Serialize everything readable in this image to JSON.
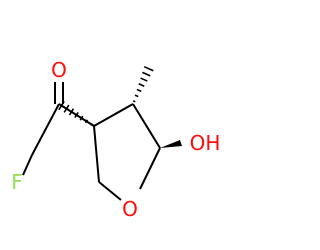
{
  "molecule": {
    "atoms": {
      "oxygen_carbonyl": {
        "symbol": "O",
        "color": "#ff0d0d"
      },
      "fluorine": {
        "symbol": "F",
        "color": "#90e050"
      },
      "oxygen_hydroxyl": {
        "symbol": "OH",
        "color": "#ff0d0d"
      },
      "oxygen_ring": {
        "symbol": "O",
        "color": "#ff0d0d"
      }
    },
    "bond_color": "#000000",
    "stereo_bond_styles": [
      "hashed",
      "hashed",
      "wedge"
    ]
  }
}
